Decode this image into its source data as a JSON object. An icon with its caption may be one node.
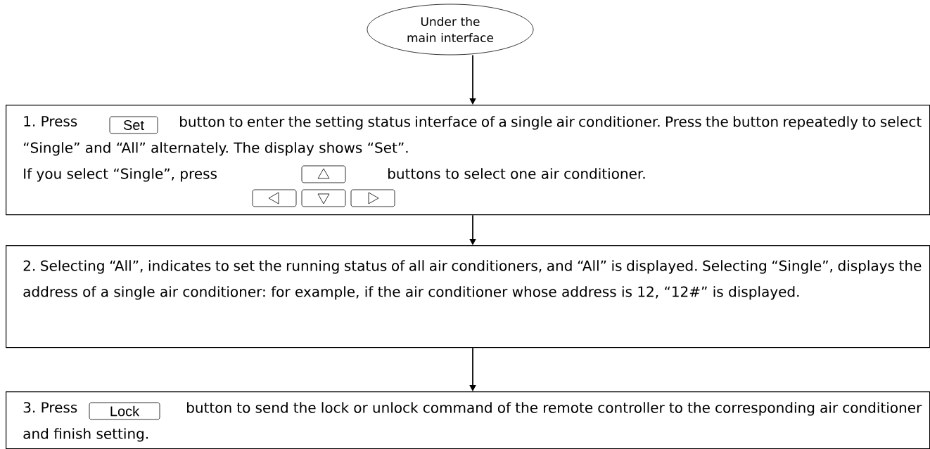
{
  "diagram": {
    "nodes": [
      {
        "text": [
          "Under the main interface"
        ]
      },
      {
        "text": [
          "1. Press",
          "button to enter the setting status interface of a single air conditioner. Press the button repeatedly to select “Single” and “All” alternately. The display shows “Set”.",
          "If you select “Single”, press",
          "buttons to select one air conditioner."
        ]
      },
      {
        "text": [
          "Set"
        ],
        "in": 1
      },
      {
        "text": [
          "2. Selecting “All”, indicates to set the running status of all air conditioners, and “All” is displayed. Selecting “Single”, displays the address of a single air conditioner: for example, if the air conditioner whose address is 12, “12#” is displayed."
        ]
      },
      {
        "text": [
          "3. Press",
          "button to send the lock or unlock command of the remote controller to the corresponding air conditioner and finish setting."
        ]
      },
      {
        "text": [
          "Lock"
        ],
        "in": 4
      }
    ],
    "edges": [
      {
        "from": 0,
        "to": 1,
        "arrow": "to"
      },
      {
        "from": 1,
        "to": 3,
        "arrow": "to"
      },
      {
        "from": 3,
        "to": 4,
        "arrow": "to"
      }
    ]
  }
}
